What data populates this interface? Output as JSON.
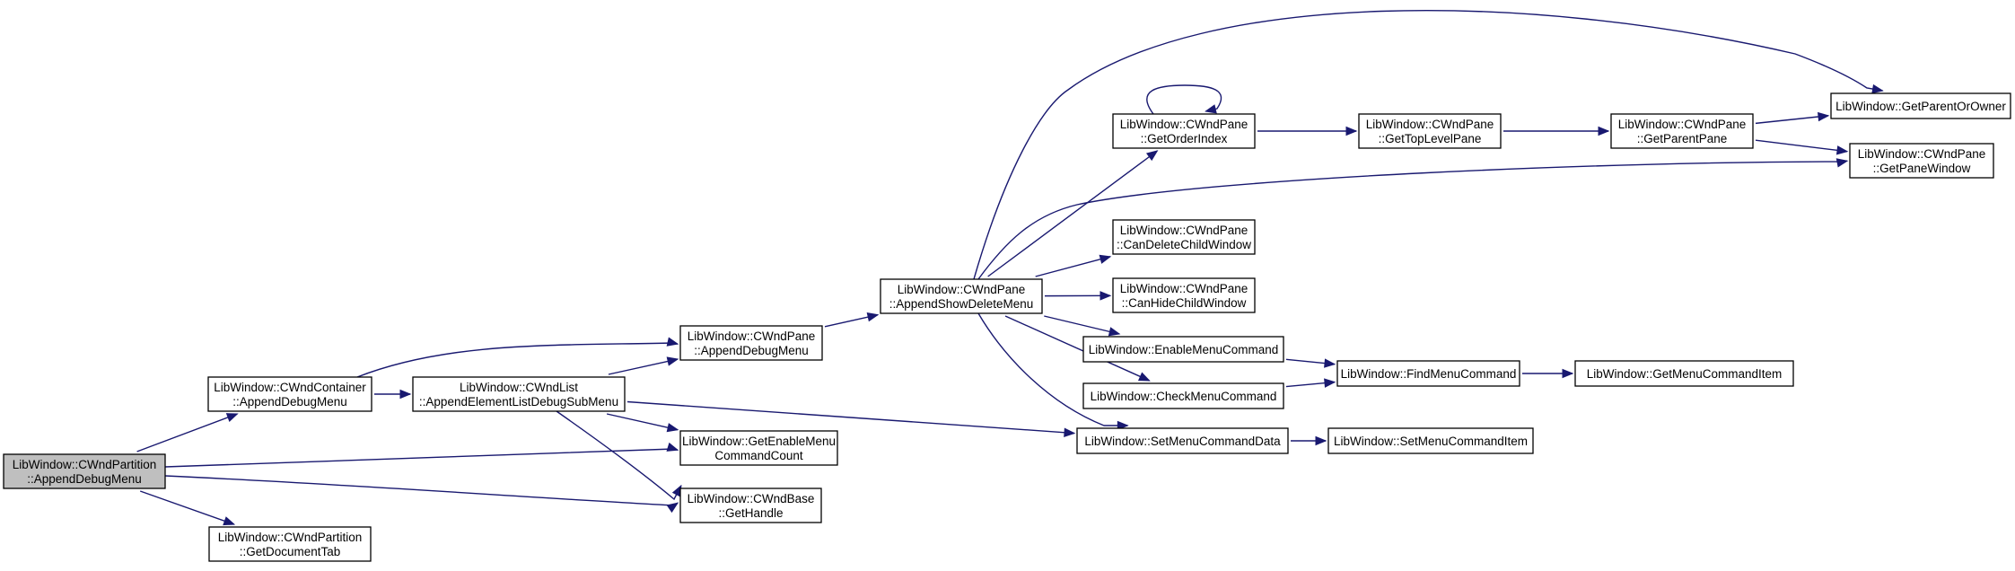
{
  "colors": {
    "edge": "#191970",
    "root_fill": "#bfbfbf",
    "node_fill": "#ffffff",
    "node_stroke": "#000000"
  },
  "nodes": [
    {
      "id": "root",
      "lines": [
        "LibWindow::CWndPartition",
        "::AppendDebugMenu"
      ],
      "root": true
    },
    {
      "id": "container_append",
      "lines": [
        "LibWindow::CWndContainer",
        "::AppendDebugMenu"
      ]
    },
    {
      "id": "partition_gettab",
      "lines": [
        "LibWindow::CWndPartition",
        "::GetDocumentTab"
      ]
    },
    {
      "id": "list_append",
      "lines": [
        "LibWindow::CWndList",
        "::AppendElementListDebugSubMenu"
      ]
    },
    {
      "id": "pane_append",
      "lines": [
        "LibWindow::CWndPane",
        "::AppendDebugMenu"
      ]
    },
    {
      "id": "getenable",
      "lines": [
        "LibWindow::GetEnableMenu",
        "CommandCount"
      ]
    },
    {
      "id": "gethandle",
      "lines": [
        "LibWindow::CWndBase",
        "::GetHandle"
      ]
    },
    {
      "id": "showdelete",
      "lines": [
        "LibWindow::CWndPane",
        "::AppendShowDeleteMenu"
      ]
    },
    {
      "id": "getorder",
      "lines": [
        "LibWindow::CWndPane",
        "::GetOrderIndex"
      ]
    },
    {
      "id": "candelete",
      "lines": [
        "LibWindow::CWndPane",
        "::CanDeleteChildWindow"
      ]
    },
    {
      "id": "canhide",
      "lines": [
        "LibWindow::CWndPane",
        "::CanHideChildWindow"
      ]
    },
    {
      "id": "enablecmd",
      "lines": [
        "LibWindow::EnableMenuCommand"
      ]
    },
    {
      "id": "checkcmd",
      "lines": [
        "LibWindow::CheckMenuCommand"
      ]
    },
    {
      "id": "setdata",
      "lines": [
        "LibWindow::SetMenuCommandData"
      ]
    },
    {
      "id": "gettop",
      "lines": [
        "LibWindow::CWndPane",
        "::GetTopLevelPane"
      ]
    },
    {
      "id": "findcmd",
      "lines": [
        "LibWindow::FindMenuCommand"
      ]
    },
    {
      "id": "setitem",
      "lines": [
        "LibWindow::SetMenuCommandItem"
      ]
    },
    {
      "id": "getparentpane",
      "lines": [
        "LibWindow::CWndPane",
        "::GetParentPane"
      ]
    },
    {
      "id": "getitem",
      "lines": [
        "LibWindow::GetMenuCommandItem"
      ]
    },
    {
      "id": "getparentowner",
      "lines": [
        "LibWindow::GetParentOrOwner"
      ]
    },
    {
      "id": "getpanewindow",
      "lines": [
        "LibWindow::CWndPane",
        "::GetPaneWindow"
      ]
    }
  ],
  "edges": [
    [
      "root",
      "container_append"
    ],
    [
      "root",
      "partition_gettab"
    ],
    [
      "root",
      "getenable"
    ],
    [
      "root",
      "gethandle"
    ],
    [
      "container_append",
      "list_append"
    ],
    [
      "container_append",
      "pane_append"
    ],
    [
      "list_append",
      "pane_append"
    ],
    [
      "list_append",
      "getenable"
    ],
    [
      "list_append",
      "gethandle"
    ],
    [
      "list_append",
      "setdata"
    ],
    [
      "pane_append",
      "showdelete"
    ],
    [
      "showdelete",
      "getorder"
    ],
    [
      "showdelete",
      "candelete"
    ],
    [
      "showdelete",
      "canhide"
    ],
    [
      "showdelete",
      "enablecmd"
    ],
    [
      "showdelete",
      "checkcmd"
    ],
    [
      "showdelete",
      "setdata"
    ],
    [
      "showdelete",
      "getparentowner"
    ],
    [
      "showdelete",
      "getpanewindow"
    ],
    [
      "getorder",
      "getorder"
    ],
    [
      "getorder",
      "gettop"
    ],
    [
      "gettop",
      "getparentpane"
    ],
    [
      "getparentpane",
      "getparentowner"
    ],
    [
      "getparentpane",
      "getpanewindow"
    ],
    [
      "enablecmd",
      "findcmd"
    ],
    [
      "checkcmd",
      "findcmd"
    ],
    [
      "findcmd",
      "getitem"
    ],
    [
      "setdata",
      "setitem"
    ]
  ]
}
